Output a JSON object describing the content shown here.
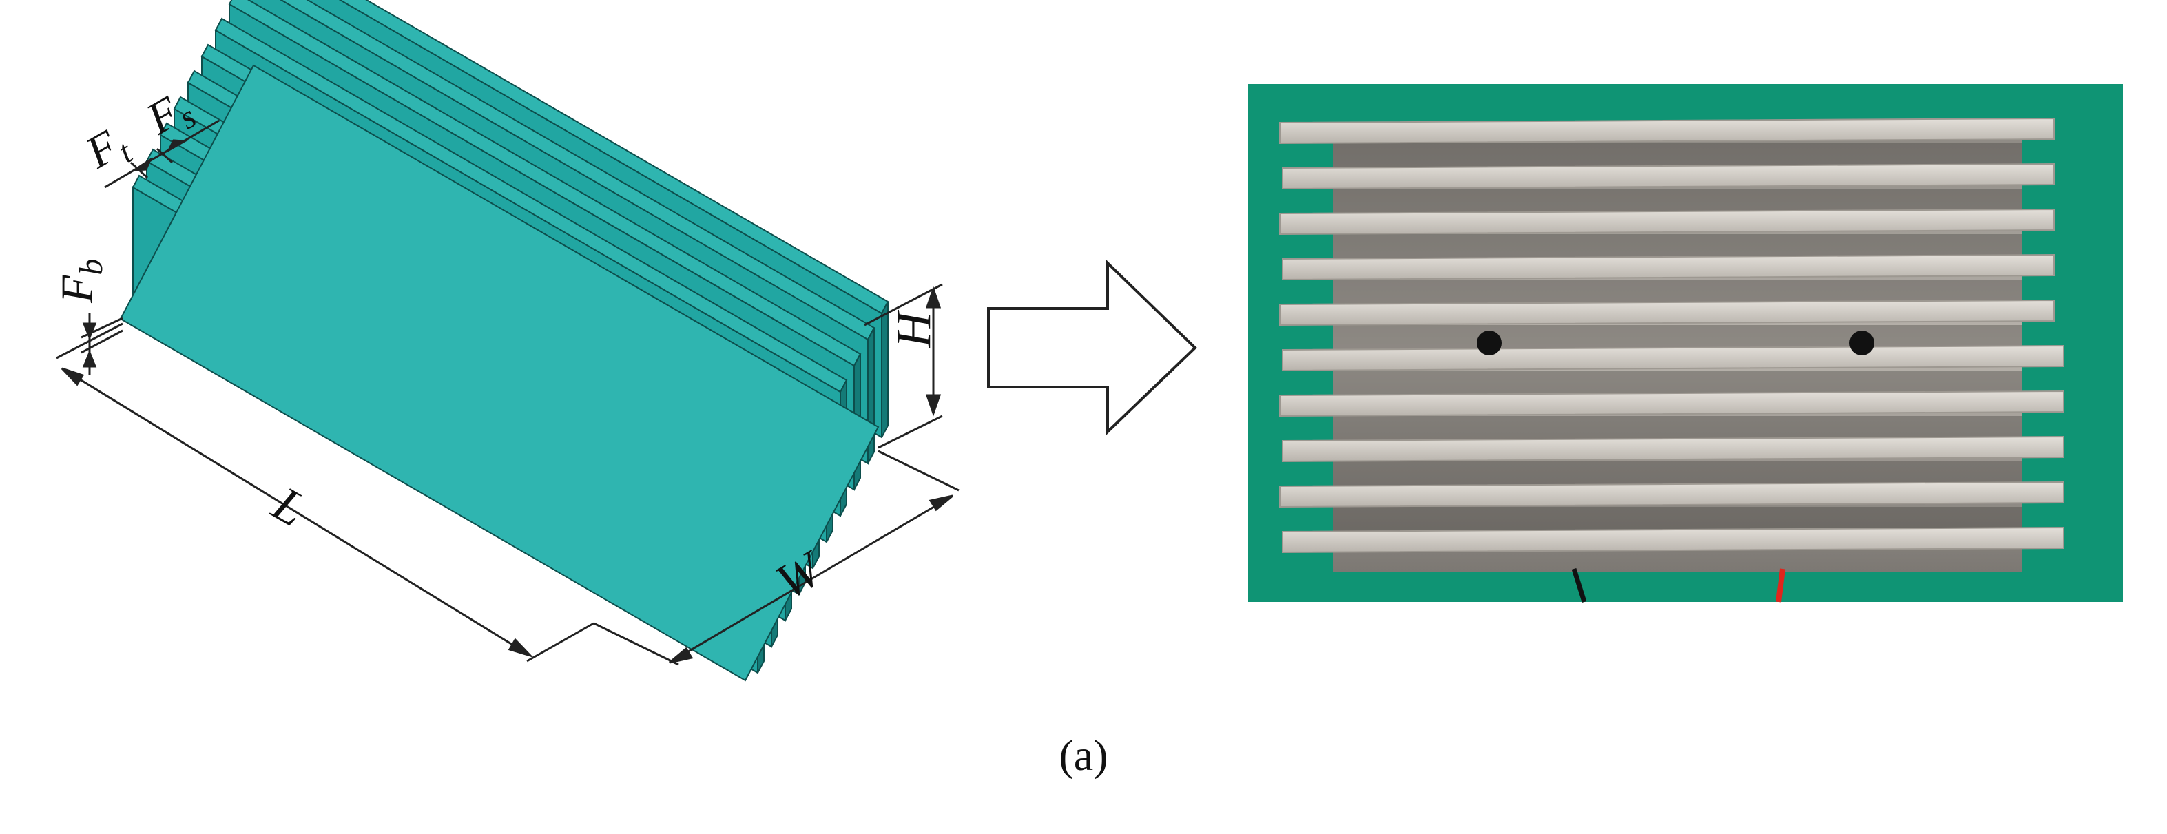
{
  "figure": {
    "caption": "(a)",
    "labels": {
      "fin_thickness": {
        "main": "F",
        "sub": "t"
      },
      "fin_spacing": {
        "main": "F",
        "sub": "s"
      },
      "base_thickness": {
        "main": "F",
        "sub": "b"
      },
      "length": "L",
      "width": "W",
      "height": "H"
    },
    "fin_count": 10,
    "colors": {
      "heatsink_top": "#2fb5b0",
      "heatsink_face": "#21a6a2",
      "heatsink_dark": "#147a77",
      "photo_background": "#0f9474",
      "fin_metal": "#cfcac3",
      "wire_red": "#e0251c",
      "wire_black": "#111111"
    },
    "icons": [
      "arrow-right-icon"
    ]
  }
}
